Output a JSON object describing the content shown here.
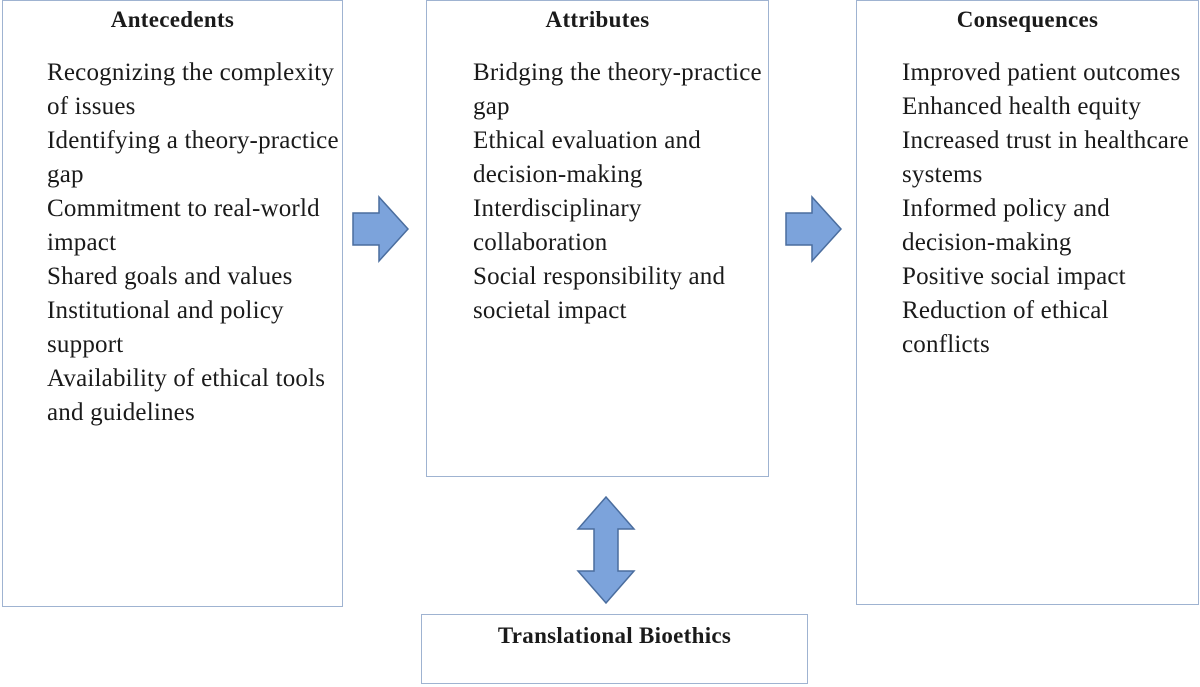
{
  "colors": {
    "box_border": "#9fb3d1",
    "arrow_fill": "#7ca3db",
    "arrow_stroke": "#4a6d9e",
    "text": "#1a1a1a"
  },
  "antecedents": {
    "title": "Antecedents",
    "items": [
      "Recognizing the complexity of issues",
      "Identifying a theory-practice gap",
      "Commitment to real-world impact",
      "Shared goals and values",
      "Institutional and policy support",
      "Availability of ethical tools and guidelines"
    ]
  },
  "attributes": {
    "title": "Attributes",
    "items": [
      "Bridging the theory-practice gap",
      "Ethical evaluation and decision-making",
      "Interdisciplinary collaboration",
      "Social responsibility and societal impact"
    ]
  },
  "consequences": {
    "title": "Consequences",
    "items": [
      "Improved patient outcomes",
      "Enhanced health equity",
      "Increased trust in healthcare systems",
      "Informed policy and decision-making",
      "Positive social impact",
      "Reduction of ethical conflicts"
    ]
  },
  "bioethics": {
    "title": "Translational Bioethics"
  },
  "arrows": [
    {
      "name": "antecedents-to-attributes",
      "direction": "right"
    },
    {
      "name": "attributes-to-consequences",
      "direction": "right"
    },
    {
      "name": "attributes-bioethics-link",
      "direction": "up-down"
    }
  ]
}
